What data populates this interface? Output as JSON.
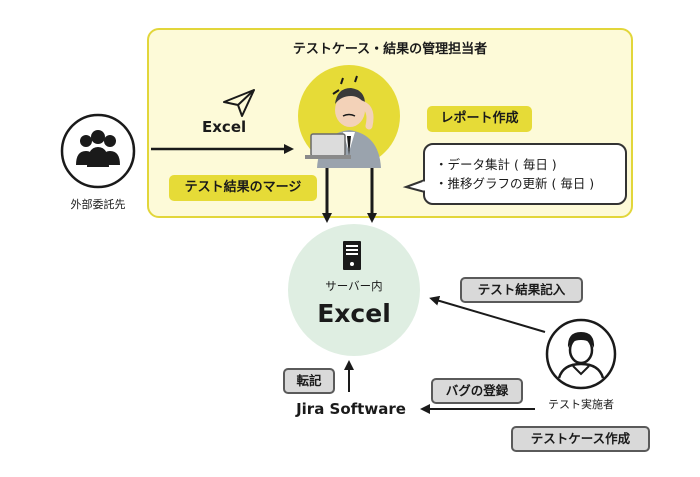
{
  "diagram": {
    "manager_title": "テストケース・結果の管理担当者",
    "excel_arrow_label": "Excel",
    "external_label": "外部委託先",
    "merge_label": "テスト結果のマージ",
    "report_label": "レポート作成",
    "report_items": [
      "・データ集計 ( 毎日 )",
      "・推移グラフの更新 ( 毎日 )"
    ],
    "server_caption": "サーバー内",
    "server_excel": "Excel",
    "test_result_entry": "テスト結果記入",
    "transcribe_label": "転記",
    "bug_register_label": "バグの登録",
    "jira_label": "Jira Software",
    "tester_label": "テスト実施者",
    "testcase_create_label": "テストケース作成"
  },
  "colors": {
    "yellow_accent": "#e6db37",
    "manager_box_border": "#e2d63a",
    "manager_box_fill": "#fdfad8",
    "server_fill": "#dfeee2",
    "gray_label": "#d9d9d9"
  },
  "icons": [
    "paper-plane-icon",
    "group-people-icon",
    "worried-person-icon",
    "server-icon",
    "person-icon"
  ]
}
